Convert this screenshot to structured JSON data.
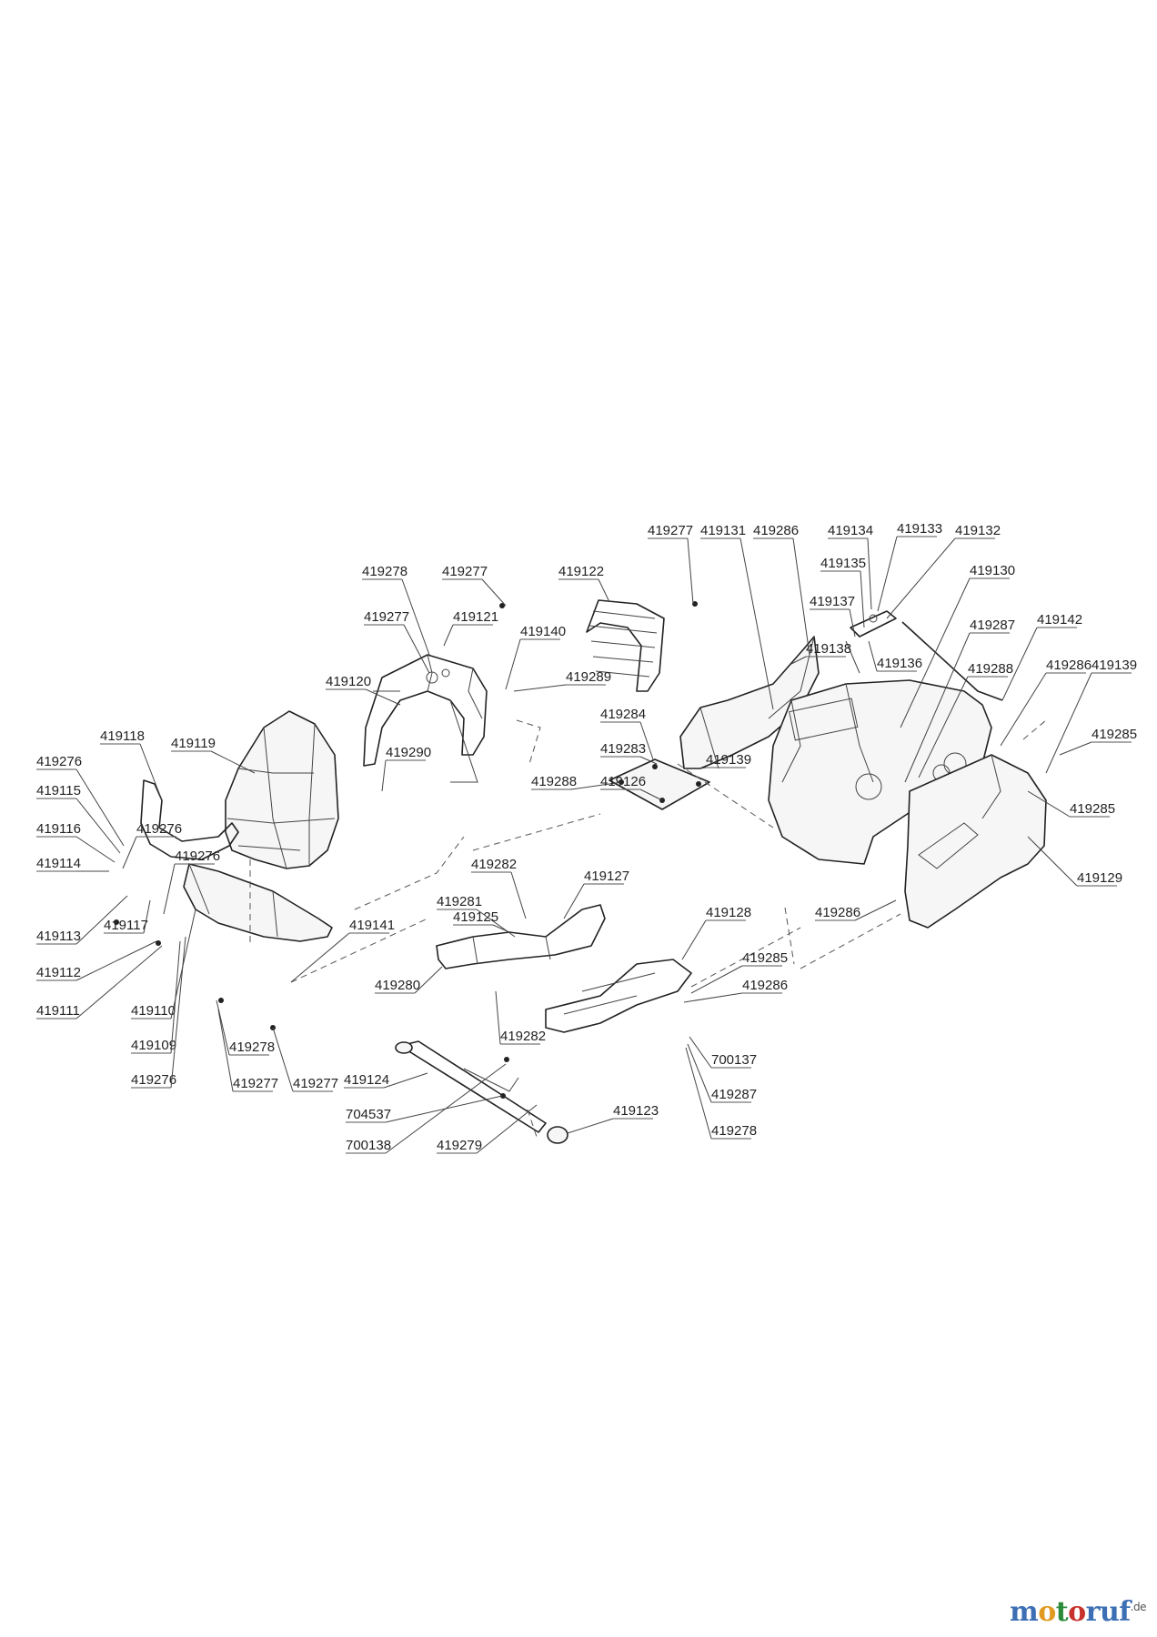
{
  "labels": [
    {
      "id": "l1",
      "text": "419277"
    },
    {
      "id": "l2",
      "text": "419131"
    },
    {
      "id": "l3",
      "text": "419286"
    },
    {
      "id": "l4",
      "text": "419134"
    },
    {
      "id": "l5",
      "text": "419133"
    },
    {
      "id": "l6",
      "text": "419132"
    },
    {
      "id": "l7",
      "text": "419278"
    },
    {
      "id": "l8",
      "text": "419277"
    },
    {
      "id": "l9",
      "text": "419122"
    },
    {
      "id": "l10",
      "text": "419135"
    },
    {
      "id": "l11",
      "text": "419130"
    },
    {
      "id": "l12",
      "text": "419137"
    },
    {
      "id": "l13",
      "text": "419277"
    },
    {
      "id": "l14",
      "text": "419121"
    },
    {
      "id": "l15",
      "text": "419140"
    },
    {
      "id": "l16",
      "text": "419142"
    },
    {
      "id": "l17",
      "text": "419287"
    },
    {
      "id": "l18",
      "text": "419138"
    },
    {
      "id": "l19",
      "text": "419136"
    },
    {
      "id": "l20",
      "text": "419288"
    },
    {
      "id": "l21",
      "text": "419286"
    },
    {
      "id": "l22",
      "text": "419139"
    },
    {
      "id": "l23",
      "text": "419289"
    },
    {
      "id": "l24",
      "text": "419120"
    },
    {
      "id": "l25",
      "text": "419284"
    },
    {
      "id": "l26",
      "text": "419285"
    },
    {
      "id": "l27",
      "text": "419118"
    },
    {
      "id": "l28",
      "text": "419119"
    },
    {
      "id": "l29",
      "text": "419283"
    },
    {
      "id": "l30",
      "text": "419276"
    },
    {
      "id": "l31",
      "text": "419290"
    },
    {
      "id": "l32",
      "text": "419288"
    },
    {
      "id": "l33",
      "text": "419126"
    },
    {
      "id": "l34",
      "text": "419139"
    },
    {
      "id": "l35",
      "text": "419115"
    },
    {
      "id": "l36",
      "text": "419285"
    },
    {
      "id": "l37",
      "text": "419116"
    },
    {
      "id": "l38",
      "text": "419276"
    },
    {
      "id": "l39",
      "text": "419282"
    },
    {
      "id": "l40",
      "text": "419114"
    },
    {
      "id": "l41",
      "text": "419276"
    },
    {
      "id": "l42",
      "text": "419127"
    },
    {
      "id": "l43",
      "text": "419129"
    },
    {
      "id": "l44",
      "text": "419281"
    },
    {
      "id": "l45",
      "text": "419128"
    },
    {
      "id": "l46",
      "text": "419286"
    },
    {
      "id": "l47",
      "text": "419113"
    },
    {
      "id": "l48",
      "text": "419117"
    },
    {
      "id": "l49",
      "text": "419125"
    },
    {
      "id": "l50",
      "text": "419141"
    },
    {
      "id": "l51",
      "text": "419285"
    },
    {
      "id": "l52",
      "text": "419112"
    },
    {
      "id": "l53",
      "text": "419280"
    },
    {
      "id": "l54",
      "text": "419286"
    },
    {
      "id": "l55",
      "text": "419111"
    },
    {
      "id": "l56",
      "text": "419110"
    },
    {
      "id": "l57",
      "text": "419282"
    },
    {
      "id": "l58",
      "text": "419109"
    },
    {
      "id": "l59",
      "text": "419278"
    },
    {
      "id": "l60",
      "text": "700137"
    },
    {
      "id": "l61",
      "text": "419276"
    },
    {
      "id": "l62",
      "text": "419277"
    },
    {
      "id": "l63",
      "text": "419277"
    },
    {
      "id": "l64",
      "text": "419124"
    },
    {
      "id": "l65",
      "text": "419287"
    },
    {
      "id": "l66",
      "text": "704537"
    },
    {
      "id": "l67",
      "text": "419123"
    },
    {
      "id": "l68",
      "text": "419278"
    },
    {
      "id": "l69",
      "text": "700138"
    },
    {
      "id": "l70",
      "text": "419279"
    }
  ],
  "brand": {
    "m": "m",
    "o1": "o",
    "t": "t",
    "o2": "o",
    "rest": "ruf",
    "suffix": ".de"
  },
  "colors": {
    "line": "#222222",
    "brand_blue": "#3d6fb4",
    "brand_orange": "#e09a1f",
    "brand_green": "#2a8a3a",
    "brand_red": "#c8322c"
  }
}
